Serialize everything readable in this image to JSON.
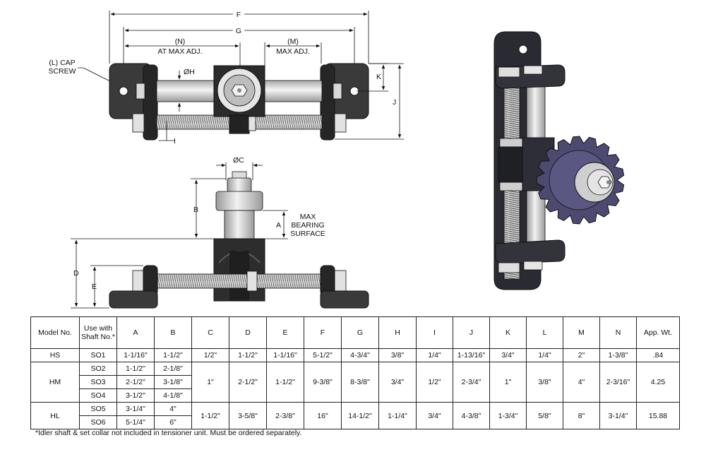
{
  "drawing": {
    "top_view": {
      "dim_F": "F",
      "dim_G": "G",
      "dim_N_line1": "(N)",
      "dim_N_line2": "AT MAX ADJ.",
      "dim_M_line1": "(M)",
      "dim_M_line2": "MAX ADJ.",
      "dim_H": "ØH",
      "dim_K": "K",
      "dim_J": "J",
      "dim_I": "I",
      "cap_screw_line1": "(L) CAP",
      "cap_screw_line2": "SCREW"
    },
    "side_view": {
      "dim_C": "ØC",
      "dim_B": "B",
      "dim_A": "A",
      "dim_D": "D",
      "dim_E": "E",
      "max_bearing_line1": "MAX",
      "max_bearing_line2": "BEARING",
      "max_bearing_line3": "SURFACE"
    },
    "colors": {
      "line": "#111111",
      "metal": "#c4c4c4",
      "dark_part": "#2b2b2b",
      "sprocket": "#4c4a70"
    },
    "icons": [
      "idler-tensioner-top-view",
      "idler-tensioner-side-view",
      "idler-tensioner-3d-view"
    ]
  },
  "table": {
    "headers": [
      "Model No.",
      "Use with Shaft No.*",
      "A",
      "B",
      "C",
      "D",
      "E",
      "F",
      "G",
      "H",
      "I",
      "J",
      "K",
      "L",
      "M",
      "N",
      "App. Wt."
    ],
    "groups": [
      {
        "model": "HS",
        "rows": [
          {
            "shaft": "SO1",
            "A": "1-1/16\"",
            "B": "1-1/2\""
          }
        ],
        "C": "1/2\"",
        "D": "1-1/2\"",
        "E": "1-1/16\"",
        "F": "5-1/2\"",
        "G": "4-3/4\"",
        "H": "3/8\"",
        "I": "1/4\"",
        "J": "1-13/16\"",
        "K": "3/4\"",
        "L": "1/4\"",
        "M": "2\"",
        "N": "1-3/8\"",
        "Wt": ".84"
      },
      {
        "model": "HM",
        "rows": [
          {
            "shaft": "SO2",
            "A": "1-1/2\"",
            "B": "2-1/8\""
          },
          {
            "shaft": "SO3",
            "A": "2-1/2\"",
            "B": "3-1/8\""
          },
          {
            "shaft": "SO4",
            "A": "3-1/2\"",
            "B": "4-1/8\""
          }
        ],
        "C": "1\"",
        "D": "2-1/2\"",
        "E": "1-1/2\"",
        "F": "9-3/8\"",
        "G": "8-3/8\"",
        "H": "3/4\"",
        "I": "1/2\"",
        "J": "2-3/4\"",
        "K": "1\"",
        "L": "3/8\"",
        "M": "4\"",
        "N": "2-3/16\"",
        "Wt": "4.25"
      },
      {
        "model": "HL",
        "rows": [
          {
            "shaft": "SO5",
            "A": "3-1/4\"",
            "B": "4\""
          },
          {
            "shaft": "SO6",
            "A": "5-1/4\"",
            "B": "6\""
          }
        ],
        "C": "1-1/2\"",
        "D": "3-5/8\"",
        "E": "2-3/8\"",
        "F": "16\"",
        "G": "14-1/2\"",
        "H": "1-1/4\"",
        "I": "3/4\"",
        "J": "4-3/8\"",
        "K": "1-3/4\"",
        "L": "5/8\"",
        "M": "8\"",
        "N": "3-1/4\"",
        "Wt": "15.88"
      }
    ]
  },
  "footnote": "*Idler shaft & set collar not included in tensioner unit. Must be ordered separately."
}
